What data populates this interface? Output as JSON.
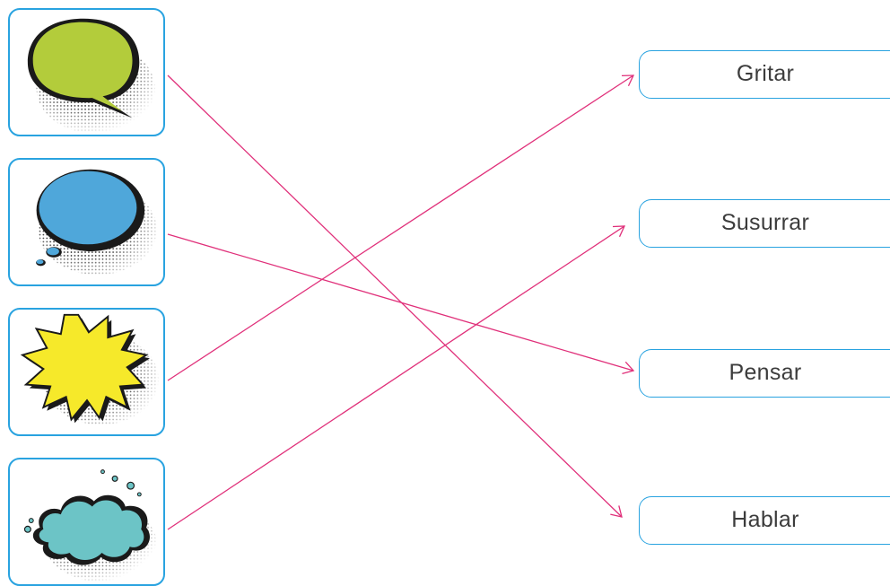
{
  "accent_colors": {
    "border": "#29a3e0",
    "connector": "#e0307a",
    "speech_bubble": "#b3cc3b",
    "thought_bubble": "#4fa7da",
    "shout_bubble": "#f6e92a",
    "whisper_bubble": "#6cc4c6"
  },
  "bubbles": [
    {
      "icon": "speech-bubble-icon",
      "color": "#b3cc3b"
    },
    {
      "icon": "thought-bubble-icon",
      "color": "#4fa7da"
    },
    {
      "icon": "shout-bubble-icon",
      "color": "#f6e92a"
    },
    {
      "icon": "whisper-bubble-icon",
      "color": "#6cc4c6"
    }
  ],
  "labels": [
    "Gritar",
    "Susurrar",
    "Pensar",
    "Hablar"
  ],
  "connections": [
    {
      "from": 0,
      "to": 3
    },
    {
      "from": 1,
      "to": 2
    },
    {
      "from": 2,
      "to": 0
    },
    {
      "from": 3,
      "to": 1
    }
  ]
}
